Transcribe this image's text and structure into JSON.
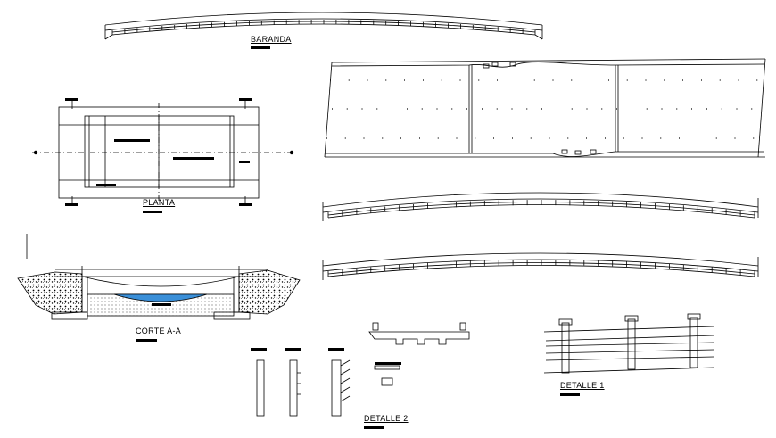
{
  "labels": {
    "baranda": "BARANDA",
    "planta": "PLANTA",
    "corte": "CORTE A-A",
    "detalle1": "DETALLE 1",
    "detalle2": "DETALLE 2"
  },
  "colors": {
    "line": "#000000",
    "water": "#3a8fd8",
    "paper": "#ffffff"
  }
}
